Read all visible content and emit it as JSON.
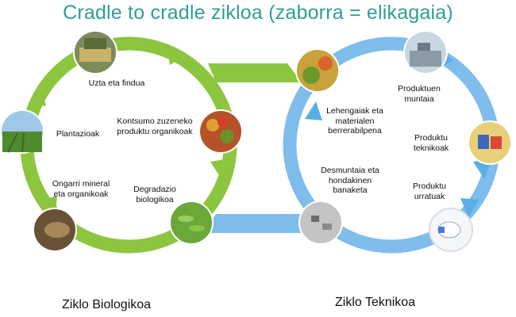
{
  "title": "Cradle to cradle zikloa (zaborra = elikagaia)",
  "colors": {
    "title": "#2f9e96",
    "biological": "#8cc63f",
    "technical": "#5aaee6"
  },
  "biological_cycle": {
    "name": "Ziklo Biologikoa",
    "steps": {
      "harvest": "Uzta eta findua",
      "consumption": "Kontsumo zuzeneko produktu organikoak",
      "degradation": "Degradazio biologikoa",
      "fertilizer": "Ongarri mineral eta organikoak",
      "planting": "Plantazioak"
    }
  },
  "technical_cycle": {
    "name": "Ziklo Teknikoa",
    "steps": {
      "recycling": "Lehengaiak eta materialen berrerabilpena",
      "assembly": "Produktuen muntaia",
      "products": "Produktu teknikoak",
      "waste": "Produktu urratuak",
      "disassembly": "Desmuntaia eta hondakinen banaketa"
    }
  },
  "icons": [
    "harvester-photo-icon",
    "vegetables-photo-icon",
    "beans-photo-icon",
    "compost-photo-icon",
    "field-photo-icon",
    "pellets-photo-icon",
    "factory-photo-icon",
    "products-photo-icon",
    "broken-bulb-photo-icon",
    "electronics-photo-icon"
  ]
}
